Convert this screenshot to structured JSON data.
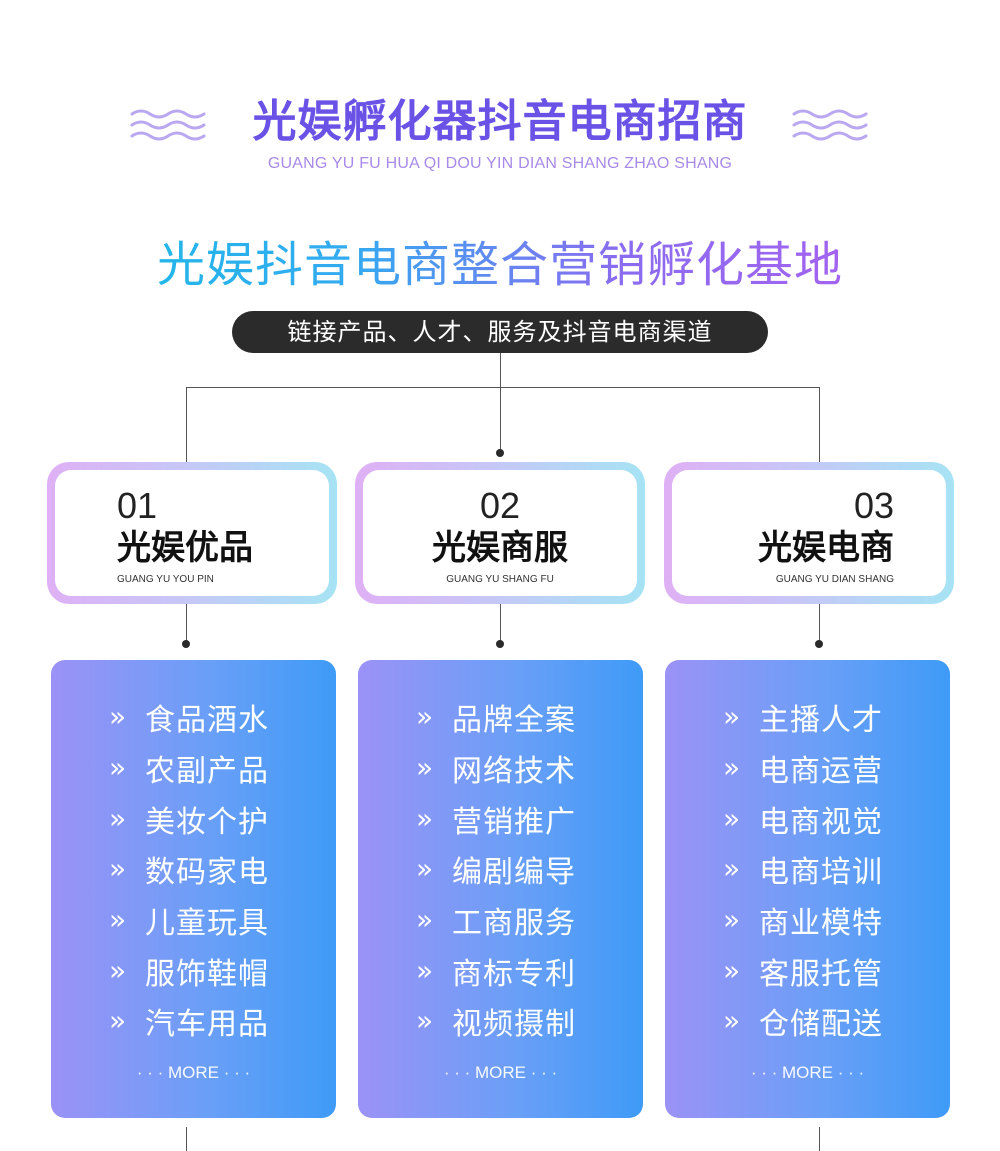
{
  "header": {
    "title": "光娱孵化器抖音电商招商",
    "subtitle": "GUANG YU FU HUA QI DOU YIN DIAN SHANG ZHAO SHANG"
  },
  "slogan": "光娱抖音电商整合营销孵化基地",
  "tagline": "链接产品、人才、服务及抖音电商渠道",
  "colors": {
    "title": "#6a52e6",
    "slogan_start": "#17bfe3",
    "slogan_end": "#b45df0",
    "pill": "#2b2b2b",
    "card_start": "#9b92f6",
    "card_end": "#3e9bf7"
  },
  "categories": [
    {
      "num": "01",
      "title": "光娱优品",
      "pinyin": "GUANG YU YOU PIN",
      "items": [
        "食品酒水",
        "农副产品",
        "美妆个护",
        "数码家电",
        "儿童玩具",
        "服饰鞋帽",
        "汽车用品"
      ],
      "more": "· · · MORE · · ·"
    },
    {
      "num": "02",
      "title": "光娱商服",
      "pinyin": "GUANG YU SHANG FU",
      "items": [
        "品牌全案",
        "网络技术",
        "营销推广",
        "编剧编导",
        "工商服务",
        "商标专利",
        "视频摄制"
      ],
      "more": "· · · MORE · · ·"
    },
    {
      "num": "03",
      "title": "光娱电商",
      "pinyin": "GUANG YU DIAN SHANG",
      "items": [
        "主播人才",
        "电商运营",
        "电商视觉",
        "电商培训",
        "商业模特",
        "客服托管",
        "仓储配送"
      ],
      "more": "· · · MORE · · ·"
    }
  ],
  "icons": {
    "bullet": "chevron-double-right-icon",
    "wave": "wave-lines-icon"
  }
}
